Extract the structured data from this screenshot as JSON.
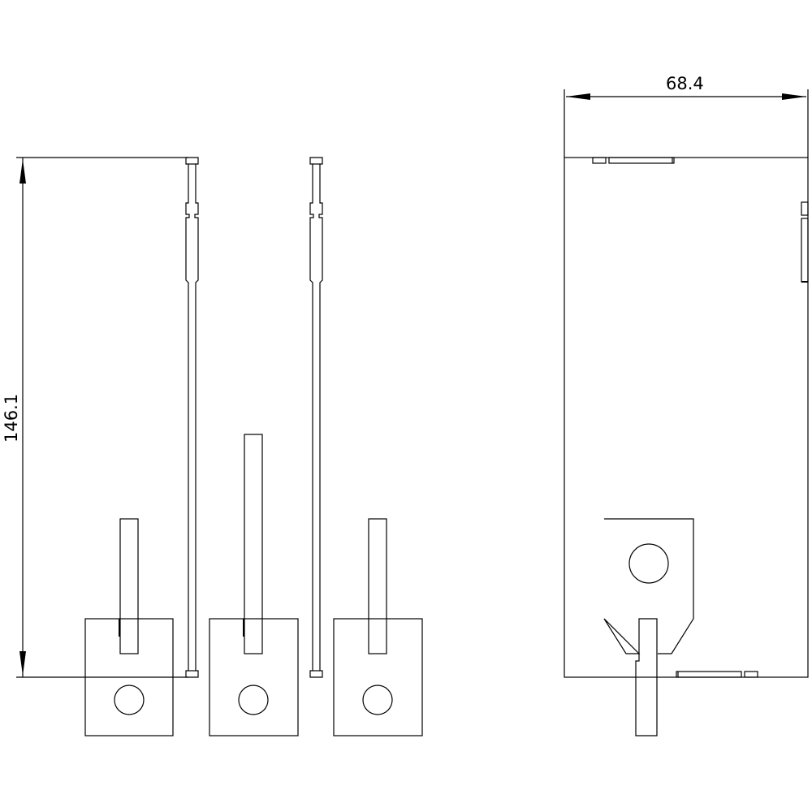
{
  "drawing": {
    "type": "technical-dimension-drawing",
    "line_color": "#000000",
    "background_color": "#ffffff",
    "dimensions": {
      "height": {
        "label": "146.1",
        "orientation": "vertical"
      },
      "width": {
        "label": "68.4",
        "orientation": "horizontal"
      }
    },
    "views": [
      {
        "name": "terminal-view-1",
        "has_hole": true
      },
      {
        "name": "terminal-view-2",
        "has_hole": true
      },
      {
        "name": "terminal-view-3",
        "has_hole": true
      },
      {
        "name": "side-view-left-rail"
      },
      {
        "name": "side-view-right-rail"
      },
      {
        "name": "front-view-housing",
        "has_hole": true
      }
    ]
  }
}
